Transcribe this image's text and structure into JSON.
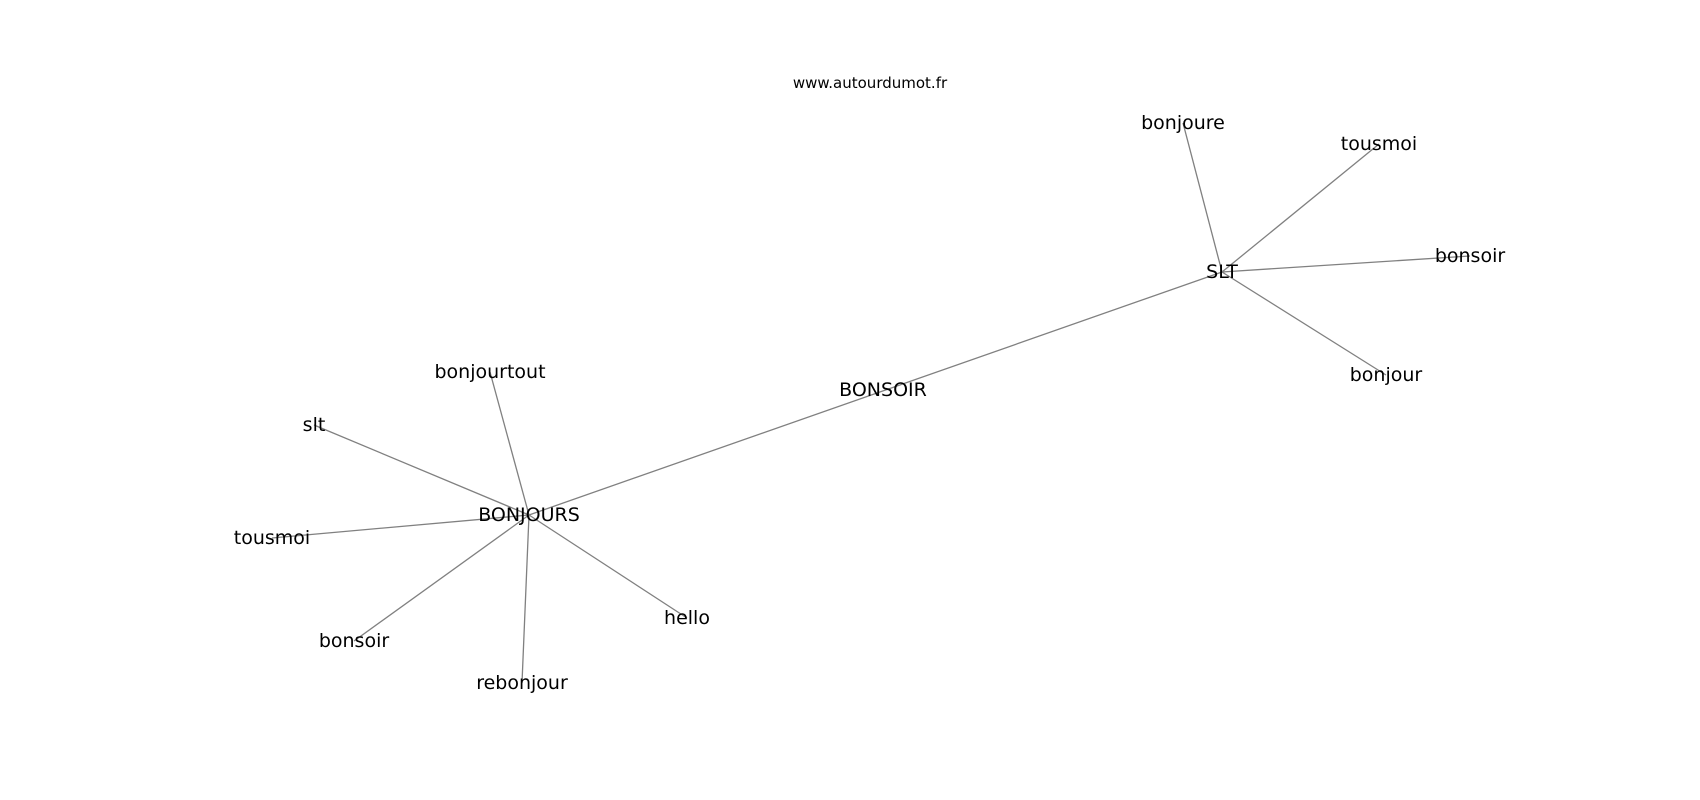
{
  "header": {
    "source": "www.autourdumot.fr"
  },
  "graph": {
    "nodes": [
      {
        "id": "center",
        "label": "BONSOIR"
      },
      {
        "id": "hub1",
        "label": "BONJOURS"
      },
      {
        "id": "hub2",
        "label": "SLT"
      },
      {
        "id": "h1_bonjourtout",
        "label": "bonjourtout"
      },
      {
        "id": "h1_slt",
        "label": "slt"
      },
      {
        "id": "h1_tousmoi",
        "label": "tousmoi"
      },
      {
        "id": "h1_bonsoir",
        "label": "bonsoir"
      },
      {
        "id": "h1_rebonjour",
        "label": "rebonjour"
      },
      {
        "id": "h1_hello",
        "label": "hello"
      },
      {
        "id": "h2_bonjoure",
        "label": "bonjoure"
      },
      {
        "id": "h2_tousmoi",
        "label": "tousmoi"
      },
      {
        "id": "h2_bonsoir",
        "label": "bonsoir"
      },
      {
        "id": "h2_bonjour",
        "label": "bonjour"
      }
    ],
    "edges": [
      [
        "hub1",
        "hub2"
      ],
      [
        "hub1",
        "h1_bonjourtout"
      ],
      [
        "hub1",
        "h1_slt"
      ],
      [
        "hub1",
        "h1_tousmoi"
      ],
      [
        "hub1",
        "h1_bonsoir"
      ],
      [
        "hub1",
        "h1_rebonjour"
      ],
      [
        "hub1",
        "h1_hello"
      ],
      [
        "hub2",
        "h2_bonjoure"
      ],
      [
        "hub2",
        "h2_tousmoi"
      ],
      [
        "hub2",
        "h2_bonsoir"
      ],
      [
        "hub2",
        "h2_bonjour"
      ]
    ]
  }
}
